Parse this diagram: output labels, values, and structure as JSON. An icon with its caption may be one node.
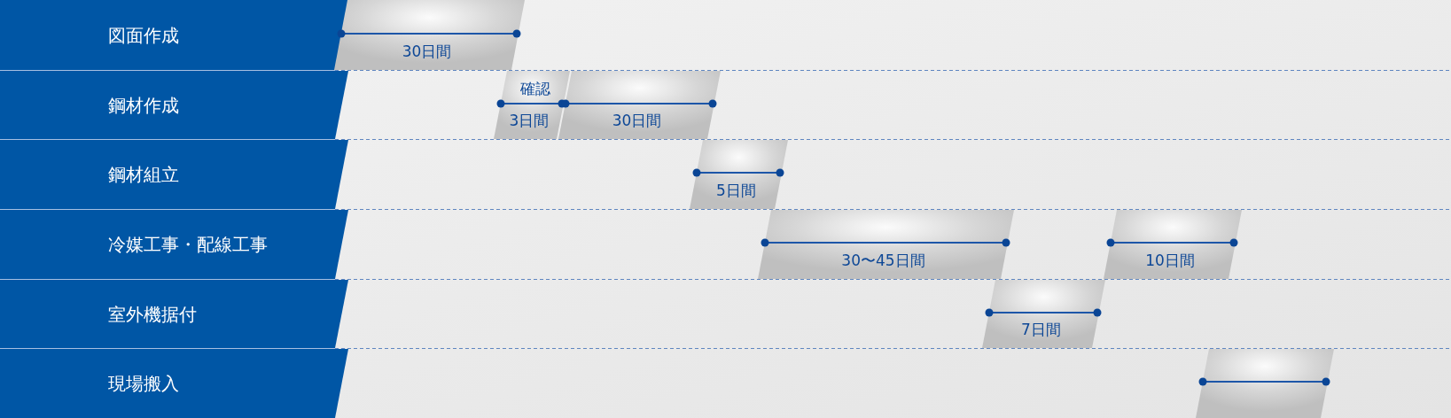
{
  "diagram": {
    "nodes": [
      {
        "text": [
          "図面作成"
        ]
      },
      {
        "text": [
          "30日間"
        ]
      },
      {
        "text": [
          "鋼材作成"
        ]
      },
      {
        "text": [
          "確認",
          "3日間"
        ]
      },
      {
        "text": [
          "30日間"
        ]
      },
      {
        "text": [
          "鋼材組立"
        ]
      },
      {
        "text": [
          "5日間"
        ]
      },
      {
        "text": [
          "冷媒工事・配線工事"
        ]
      },
      {
        "text": [
          "30〜45日間"
        ]
      },
      {
        "text": [
          "10日間"
        ]
      },
      {
        "text": [
          "室外機据付"
        ]
      },
      {
        "text": [
          "7日間"
        ]
      },
      {
        "text": [
          "現場搬入"
        ]
      },
      {
        "text": [],
        "shape": "bar"
      }
    ]
  }
}
